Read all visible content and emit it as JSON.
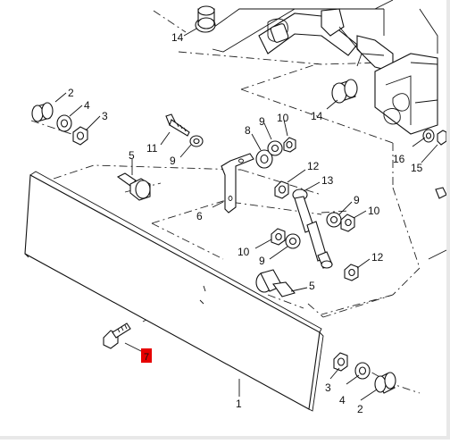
{
  "diagram": {
    "callouts": [
      {
        "id": "c14a",
        "text": "14"
      },
      {
        "id": "c2a",
        "text": "2"
      },
      {
        "id": "c4a",
        "text": "4"
      },
      {
        "id": "c3a",
        "text": "3"
      },
      {
        "id": "c11",
        "text": "11"
      },
      {
        "id": "c9a",
        "text": "9"
      },
      {
        "id": "c8",
        "text": "8"
      },
      {
        "id": "c9b",
        "text": "9"
      },
      {
        "id": "c10a",
        "text": "10"
      },
      {
        "id": "c14b",
        "text": "14"
      },
      {
        "id": "c16",
        "text": "16"
      },
      {
        "id": "c15",
        "text": "15"
      },
      {
        "id": "c5a",
        "text": "5"
      },
      {
        "id": "c12a",
        "text": "12"
      },
      {
        "id": "c13",
        "text": "13"
      },
      {
        "id": "c6",
        "text": "6"
      },
      {
        "id": "c9c",
        "text": "9"
      },
      {
        "id": "c10b",
        "text": "10"
      },
      {
        "id": "c10c",
        "text": "10"
      },
      {
        "id": "c9d",
        "text": "9"
      },
      {
        "id": "c12b",
        "text": "12"
      },
      {
        "id": "c5b",
        "text": "5"
      },
      {
        "id": "c1",
        "text": "1"
      },
      {
        "id": "c3b",
        "text": "3"
      },
      {
        "id": "c4b",
        "text": "4"
      },
      {
        "id": "c2b",
        "text": "2"
      }
    ],
    "highlight": {
      "text": "7",
      "color": "#e60000"
    },
    "colors": {
      "line": "#111111",
      "background": "#ffffff"
    }
  }
}
